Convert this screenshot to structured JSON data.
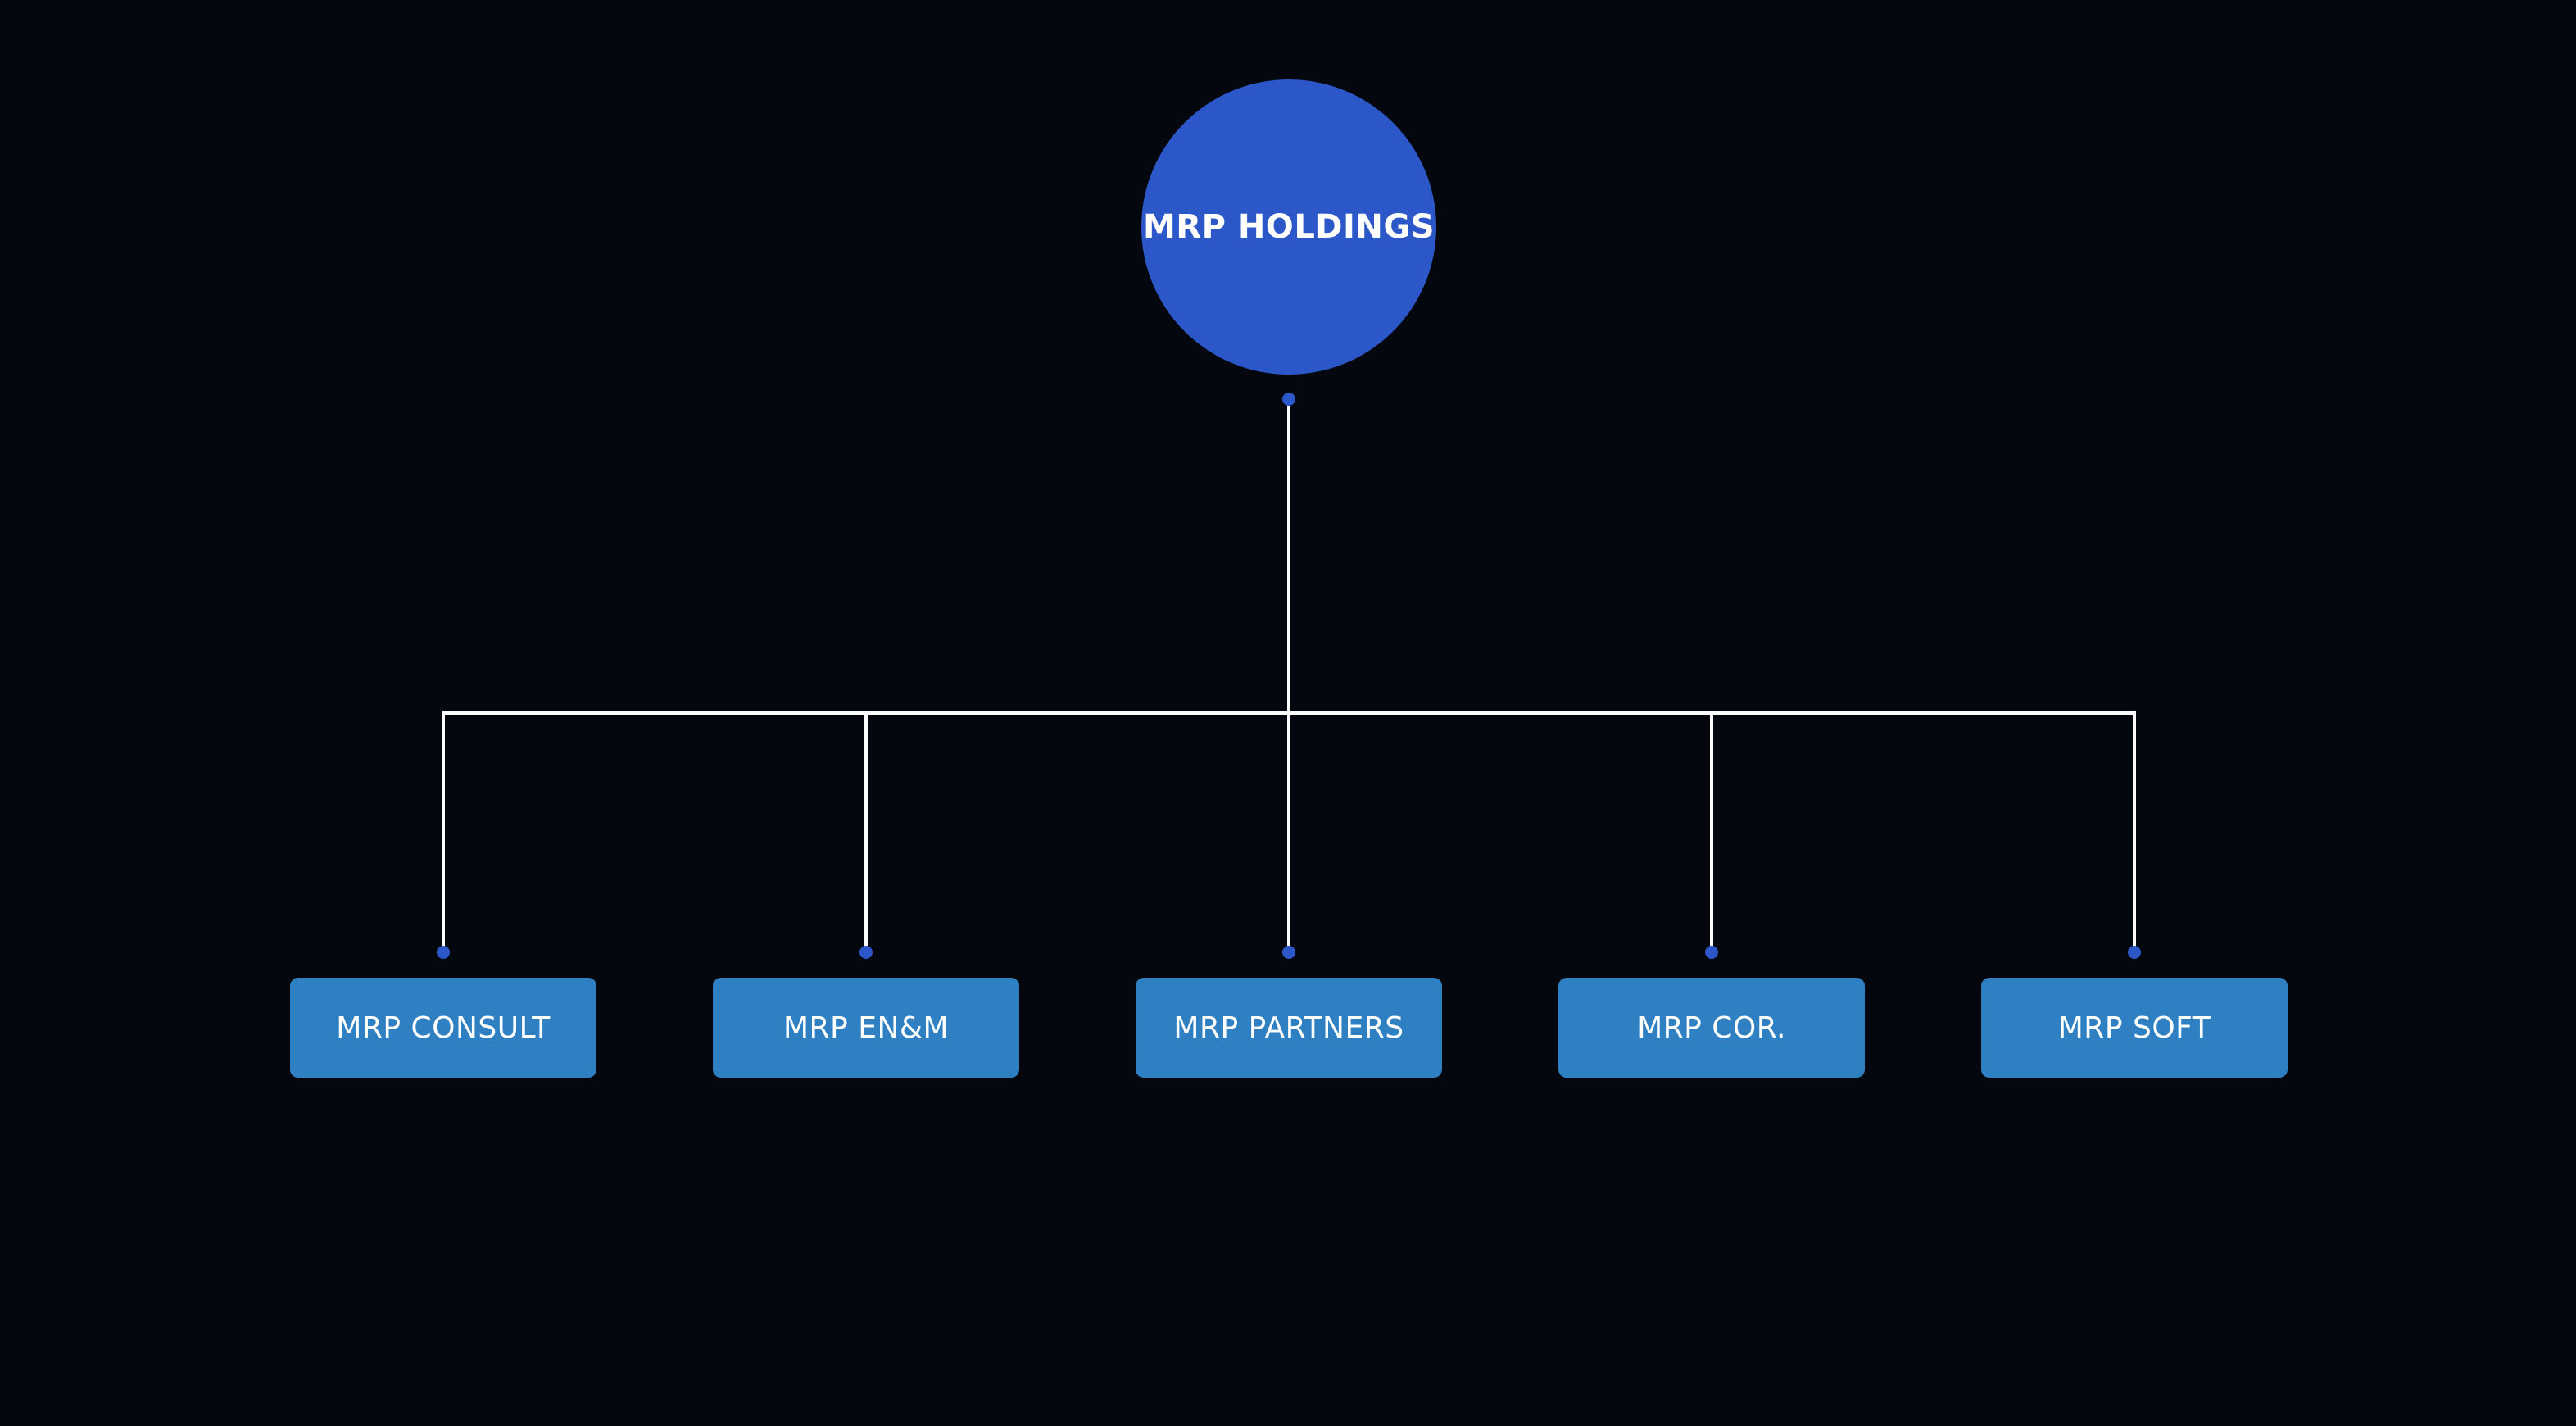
{
  "chart": {
    "type": "org-chart",
    "root": {
      "label": "MRP HOLDINGS"
    },
    "children": [
      {
        "label": "MRP CONSULT"
      },
      {
        "label": "MRP EN&M"
      },
      {
        "label": "MRP PARTNERS"
      },
      {
        "label": "MRP COR."
      },
      {
        "label": "MRP SOFT"
      }
    ]
  },
  "colors": {
    "background": "#04080e",
    "root_node_fill": "#2b57c8",
    "child_node_fill": "#2e80c3",
    "connector_line": "#fcfcfc",
    "port_dot": "#2b57c8",
    "text": "#ffffff"
  }
}
